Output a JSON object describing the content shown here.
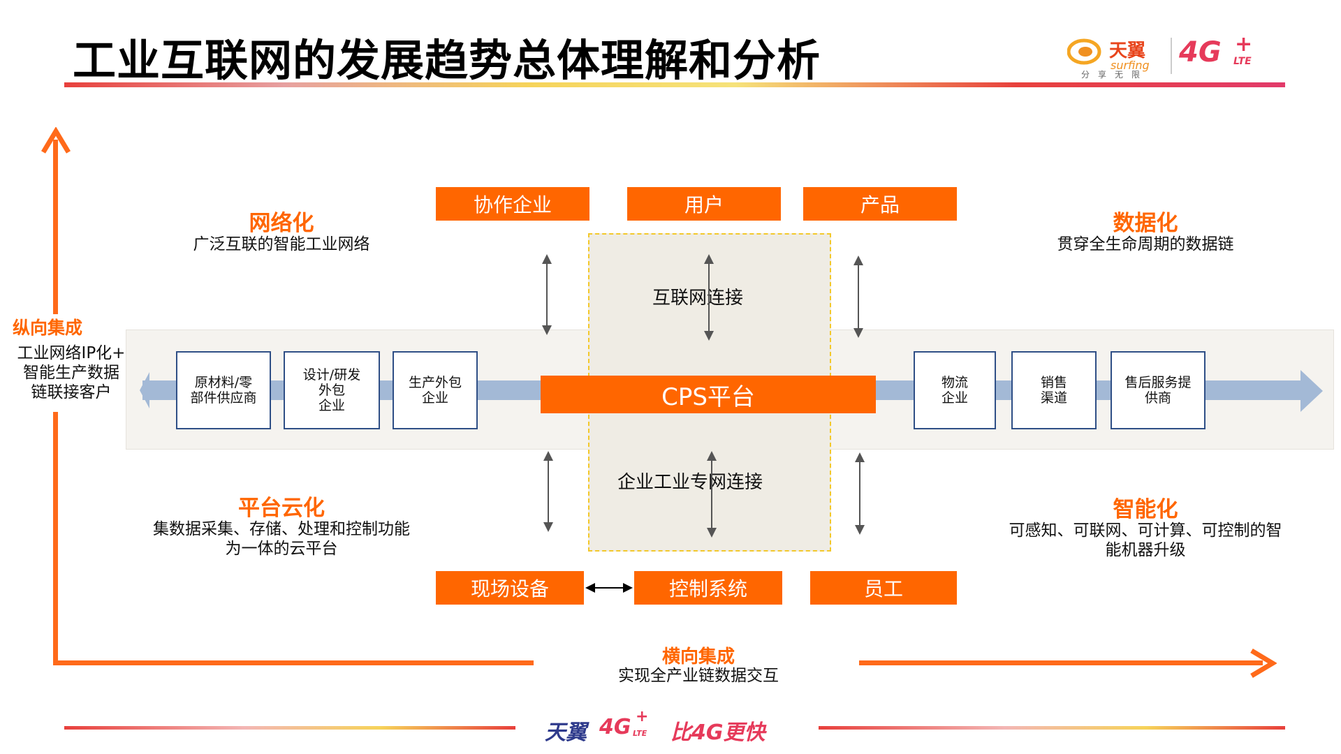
{
  "title": "工业互联网的发展趋势总体理解和分析",
  "brand": {
    "tianyi": "天翼",
    "surfing": "surfing",
    "slogan": "分享无限",
    "four_g": "4G",
    "lte": "LTE",
    "plus": "+"
  },
  "footer": {
    "tianyi": "天翼",
    "four_g": "4G",
    "lte": "LTE",
    "plus": "+",
    "slogan": "比4G更快"
  },
  "vertical": {
    "heading": "纵向集成",
    "desc": [
      "工业网络IP化+",
      "智能生产数据",
      "链联接客户"
    ]
  },
  "horizontal": {
    "heading": "横向集成",
    "desc": "实现全产业链数据交互"
  },
  "quadrants": {
    "networked": {
      "heading": "网络化",
      "desc": [
        "广泛互联的智能工业网络"
      ]
    },
    "data": {
      "heading": "数据化",
      "desc": [
        "贯穿全生命周期的数据链"
      ]
    },
    "cloud": {
      "heading": "平台云化",
      "desc": [
        "集数据采集、存储、处理和控制功能",
        "为一体的云平台"
      ]
    },
    "smart": {
      "heading": "智能化",
      "desc": [
        "可感知、可联网、可计算、可控制的智",
        "能机器升级"
      ]
    }
  },
  "top_boxes": [
    "协作企业",
    "用户",
    "产品"
  ],
  "bottom_boxes": [
    "现场设备",
    "控制系统",
    "员工"
  ],
  "cps": {
    "label": "CPS平台",
    "top_label": "互联网连接",
    "bottom_label": "企业工业专网连接"
  },
  "left_nodes": [
    [
      "原材料/零",
      "部件供应商"
    ],
    [
      "设计/研发",
      "外包",
      "企业"
    ],
    [
      "生产外包",
      "企业"
    ]
  ],
  "right_nodes": [
    [
      "物流",
      "企业"
    ],
    [
      "销售",
      "渠道"
    ],
    [
      "售后服务提",
      "供商"
    ]
  ],
  "colors": {
    "accent": "#ff6600",
    "node_border": "#2f4f86",
    "flow": "#a3b9d6"
  }
}
